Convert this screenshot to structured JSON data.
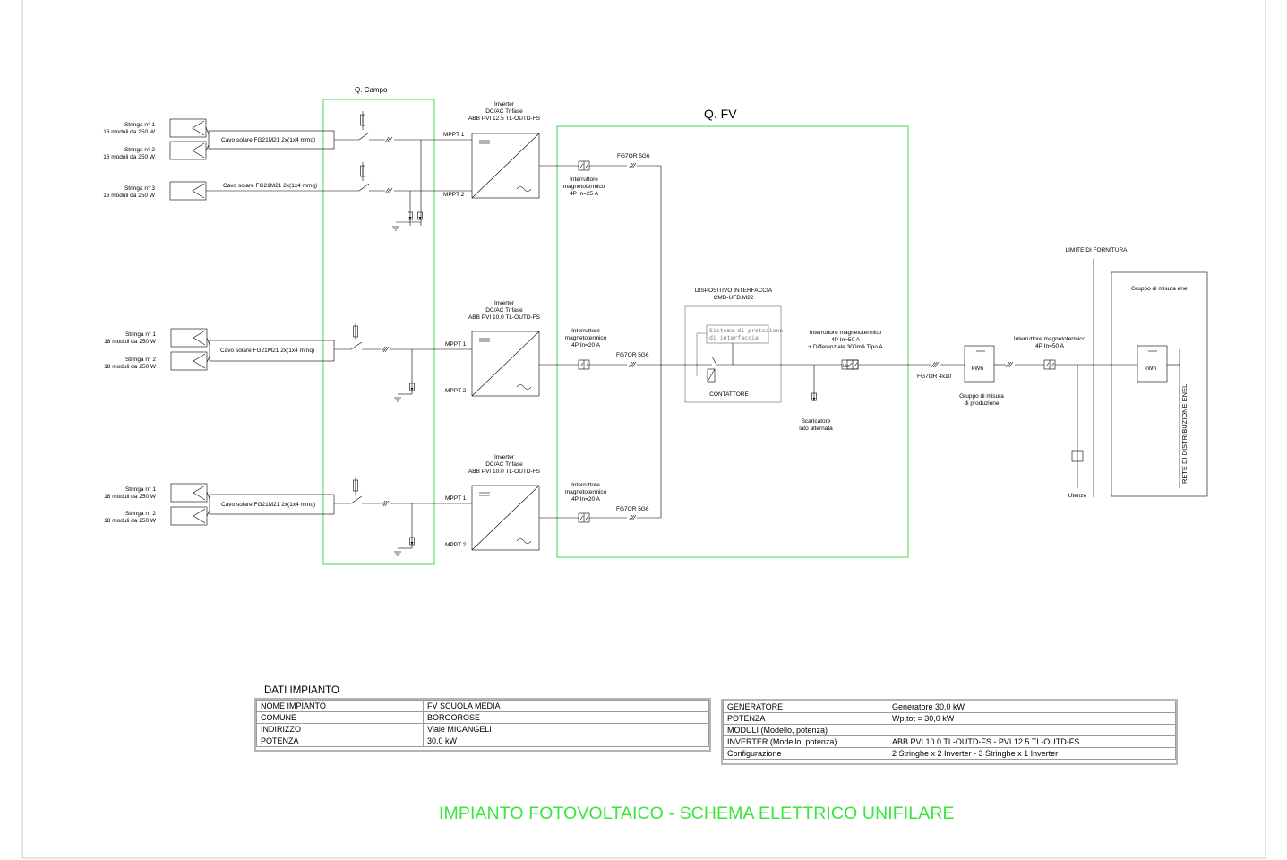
{
  "labels": {
    "q_campo": "Q. Campo",
    "q_fv": "Q. FV",
    "inverter": "Inverter",
    "dcac": "DC/AC Trifase",
    "inv1_model": "ABB PVI 12.5 TL-OUTD-FS",
    "inv2_model": "ABB PVI 10.0 TL-OUTD-FS",
    "inv3_model": "ABB PVI 10.0 TL-OUTD-FS",
    "mppt1": "MPPT 1",
    "mppt2": "MPPT 2",
    "stringa1": "Stringa n° 1",
    "stringa2": "Stringa n° 2",
    "stringa3": "Stringa n° 3",
    "moduli16": "16 moduli da 250 W",
    "moduli18": "18 moduli da 250 W",
    "cavo": "Cavo solare FG21M21 2x(1x4 mmq)",
    "fg7or5g6": "FG7OR 5G6",
    "fg7or4x10": "FG7OR 4x10",
    "interruttore": "Interruttore",
    "magnetotermico": "magnetotermico",
    "in25": "4P In=25 A",
    "in20": "4P In=20 A",
    "disp_interfaccia": "DISPOSITIVO INTERFACCIA",
    "cmd": "CMD-UFD.M22",
    "sistema1": "Sistema di protezione",
    "sistema2": "di interfaccia",
    "contattore": "CONTATTORE",
    "int_mt": "Interruttore magnetotermico",
    "in50": "4P In=50 A",
    "differenziale": "+ Differenziale  300mA Tipo A",
    "scaricatore1": "Scaricatore",
    "scaricatore2": "lato alternata",
    "kwh": "kWh",
    "gruppo_prod1": "Gruppo di misura",
    "gruppo_prod2": "di produzione",
    "limite": "LIMITE DI FORNITURA",
    "gruppo_enel": "Gruppo di misura enel",
    "rete": "RETE DI DISTRIBUZIONE ENEL",
    "utenze": "Utenze",
    "dn": "ΙΔn"
  },
  "dati_impianto": {
    "heading": "DATI IMPIANTO",
    "rows": [
      [
        "NOME IMPIANTO",
        "FV SCUOLA MEDIA"
      ],
      [
        "COMUNE",
        "BORGOROSE"
      ],
      [
        "INDIRIZZO",
        "Viale MICANGELI"
      ],
      [
        "POTENZA",
        "30,0  kW"
      ]
    ]
  },
  "generatore": {
    "rows": [
      [
        "GENERATORE",
        "Generatore 30,0  kW"
      ],
      [
        "POTENZA",
        "Wp,tot =  30,0  kW"
      ],
      [
        "MODULI (Modello, potenza)",
        ""
      ],
      [
        "INVERTER (Modello, potenza)",
        "ABB PVI 10.0 TL-OUTD-FS - PVI 12.5 TL-OUTD-FS"
      ],
      [
        "Configurazione",
        "2 Stringhe x 2 Inverter - 3 Stringhe x 1 Inverter"
      ]
    ]
  },
  "title": "IMPIANTO FOTOVOLTAICO - SCHEMA ELETTRICO UNIFILARE",
  "colors": {
    "green": "#36d536",
    "title_green": "#39e639",
    "table_border": "#9a9a9a"
  }
}
